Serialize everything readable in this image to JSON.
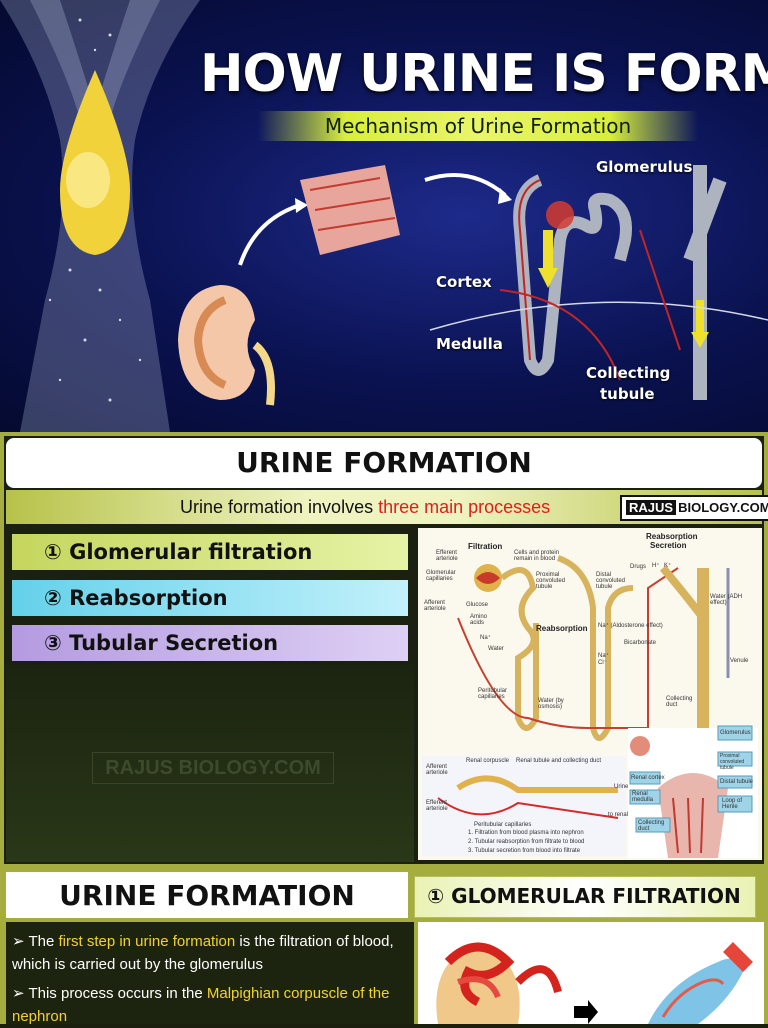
{
  "banner": {
    "title": "HOW URINE IS FORMED?",
    "subtitle": "Mechanism of Urine Formation",
    "labels": {
      "glomerulus": "Glomerulus",
      "cortex": "Cortex",
      "medulla": "Medulla",
      "collecting_1": "Collecting",
      "collecting_2": "tubule"
    }
  },
  "section1": {
    "heading": "URINE FORMATION",
    "intro_pre": "Urine formation involves ",
    "intro_highlight": "three main processes",
    "brand_a": "RAJUS",
    "brand_b": "BIOLOGY.COM",
    "processes": [
      {
        "label": "① Glomerular filtration"
      },
      {
        "label": "② Reabsorption"
      },
      {
        "label": "③ Tubular Secretion"
      }
    ],
    "watermark": "RAJUS BIOLOGY.COM",
    "diagram": {
      "filtration": "Filtration",
      "reabsorption_secretion_1": "Reabsorption",
      "reabsorption_secretion_2": "Secretion",
      "reabsorption": "Reabsorption",
      "efferent": "Efferent arteriole",
      "glom_cap": "Glomerular capillaries",
      "afferent": "Afferent arteriole",
      "cells_protein": "Cells and protein remain in blood",
      "proximal": "Proximal convoluted tubule",
      "distal": "Distal convoluted tubule",
      "glucose": "Glucose",
      "amino": "Amino acids",
      "na": "Na⁺",
      "water": "Water",
      "drugs": "Drugs",
      "h": "H⁺",
      "k": "K⁺",
      "water_adh": "Water (ADH effect)",
      "aldo": "Na⁺ (Aldosterone effect)",
      "bicarb": "Bicarbonate",
      "na_cl": "Na⁺ Cl⁻",
      "venule": "Venule",
      "peritubular": "Peritubular capillaries",
      "water_osm": "Water (by osmosis)",
      "collecting_duct": "Collecting duct",
      "renal_corpuscle": "Renal corpuscle",
      "renal_tubule": "Renal tubule and collecting duct",
      "afferent2": "Afferent arteriole",
      "efferent2": "Efferent arteriole",
      "urine": "Urine",
      "to_renal": "to renal",
      "peri2": "Peritubular capillaries",
      "step1": "1. Filtration from blood plasma into nephron",
      "step2": "2. Tubular reabsorption from filtrate to blood",
      "step3": "3. Tubular secretion from blood into filtrate",
      "glomerulus_tag": "Glomerulus",
      "prox_tag": "Proximal convoluted tubule",
      "renal_cortex": "Renal cortex",
      "renal_medulla": "Renal medulla",
      "distal_tag": "Distal tubule",
      "loop_tag": "Loop of Henle",
      "collect_tag": "Collecting duct"
    }
  },
  "section2": {
    "heading": "URINE FORMATION",
    "right_heading": "① GLOMERULAR FILTRATION",
    "b1_pre": "The ",
    "b1_hl": "first step in urine formation",
    "b1_post": " is the filtration of blood, which is carried out by the glomerulus",
    "b2_pre": "This process occurs in the ",
    "b2_hl": "Malpighian corpuscle of the nephron"
  }
}
